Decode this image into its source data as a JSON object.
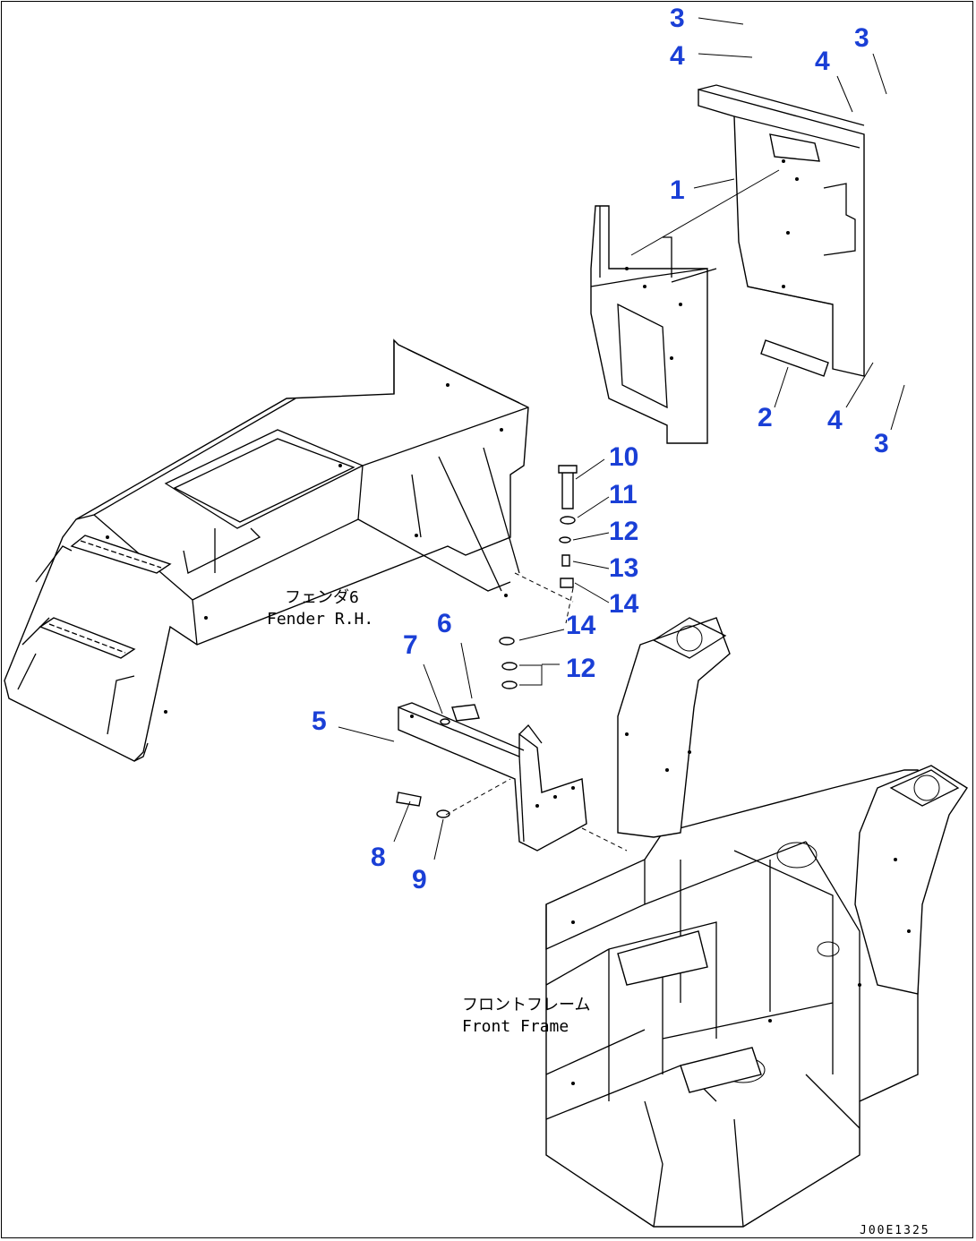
{
  "callouts": {
    "c3a": "3",
    "c4a": "4",
    "c4b": "4",
    "c3b": "3",
    "c1": "1",
    "c2": "2",
    "c4c": "4",
    "c3c": "3",
    "c10": "10",
    "c11": "11",
    "c12a": "12",
    "c13": "13",
    "c14a": "14",
    "c14b": "14",
    "c12b": "12",
    "c6": "6",
    "c7": "7",
    "c5": "5",
    "c8": "8",
    "c9": "9"
  },
  "references": {
    "fender_jp": "フェンダ6",
    "fender_en": "Fender R.H.",
    "frame_jp": "フロントフレーム",
    "frame_en": "Front Frame"
  },
  "document_id": "J00E1325",
  "colors": {
    "callout": "#1a3fd6",
    "line": "#000000",
    "background": "#ffffff"
  }
}
